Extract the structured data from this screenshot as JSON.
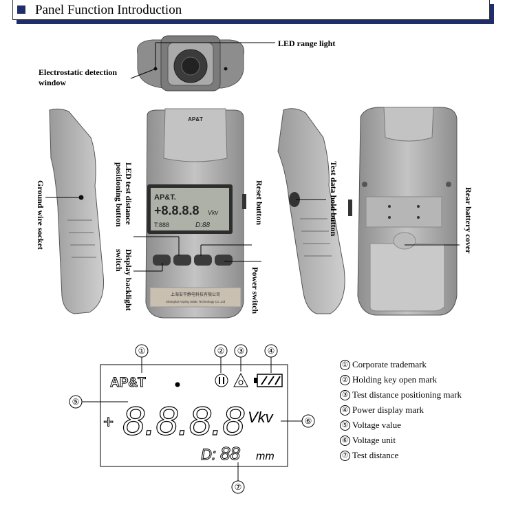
{
  "header": {
    "title": "Panel Function Introduction"
  },
  "callouts": {
    "led_range_light": "LED range light",
    "electrostatic_window_line1": "Electrostatic detection",
    "electrostatic_window_line2": "window",
    "ground_wire_socket": "Ground wire socket",
    "led_test_distance_line1": "LED test distance",
    "led_test_distance_line2": "positioning button",
    "display_backlight_line1": "Display backlight",
    "display_backlight_line2": "switch",
    "reset_button": "Reset button",
    "power_switch": "Power switch",
    "test_data_hold_button": "Test data hold button",
    "rear_battery_cover": "Rear battery cover"
  },
  "device": {
    "brand": "AP&T",
    "company_cn": "上海安平静电科技有限公司",
    "company_en": "Shanghai Anping Static Technology Co.,Ltd"
  },
  "lcd": {
    "trademark": "AP&T",
    "sign": "+",
    "digits": "8.8.8.8",
    "unit": "Vkv",
    "distance_prefix": "D:",
    "distance_digits": "88",
    "distance_unit": "mm"
  },
  "markers": [
    "①",
    "②",
    "③",
    "④",
    "⑤",
    "⑥",
    "⑦"
  ],
  "legend": [
    {
      "num": "①",
      "text": "Corporate trademark"
    },
    {
      "num": "②",
      "text": "Holding key open mark"
    },
    {
      "num": "③",
      "text": "Test distance positioning mark"
    },
    {
      "num": "④",
      "text": "Power display mark"
    },
    {
      "num": "⑤",
      "text": "Voltage value"
    },
    {
      "num": "⑥",
      "text": "Voltage unit"
    },
    {
      "num": "⑦",
      "text": "Test distance"
    }
  ],
  "colors": {
    "banner_accent": "#1f2d6b",
    "device_body": "#a9a9a9",
    "lcd_screen": "#aeb1a8"
  }
}
